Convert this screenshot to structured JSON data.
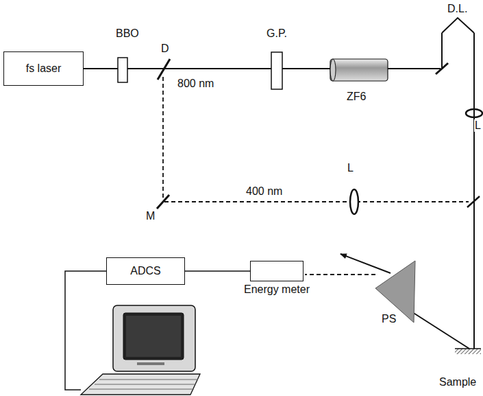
{
  "diagram": {
    "nodes": [
      {
        "text": [
          "fs laser"
        ]
      },
      {
        "text": [
          "ADCS"
        ]
      },
      {
        "text": [
          "Energy meter"
        ]
      }
    ],
    "edges": [
      {
        "from": 2,
        "to": 1,
        "arrow": "none"
      }
    ],
    "labels": [
      "BBO",
      "D",
      "800 nm",
      "G.P.",
      "ZF6",
      "D.L.",
      "L",
      "M",
      "400 nm",
      "L",
      "PS",
      "Sample"
    ]
  }
}
